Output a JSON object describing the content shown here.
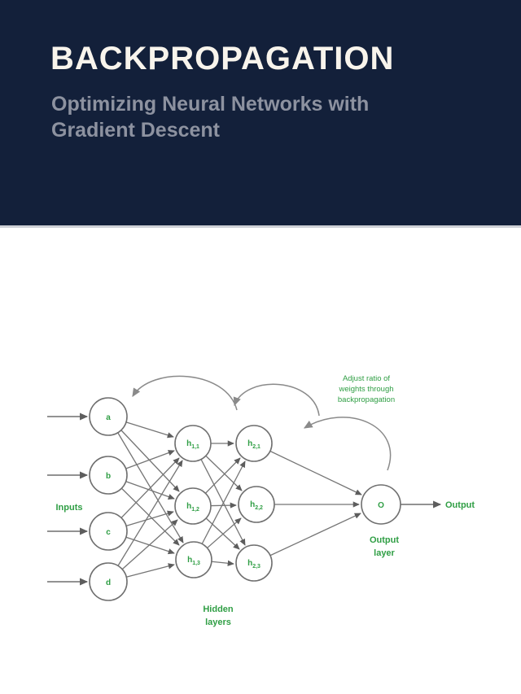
{
  "header": {
    "title": "BACKPROPAGATION",
    "subtitle_line1": "Optimizing Neural Networks with",
    "subtitle_line2": "Gradient Descent"
  },
  "diagram": {
    "annotation_line1": "Adjust ratio of",
    "annotation_line2": "weights through",
    "annotation_line3": "backpropagation",
    "inputs_label": "Inputs",
    "hidden_label_line1": "Hidden",
    "hidden_label_line2": "layers",
    "output_layer_label_line1": "Output",
    "output_layer_label_line2": "layer",
    "output_label": "Output",
    "nodes": {
      "a": "a",
      "b": "b",
      "c": "c",
      "d": "d",
      "h11_main": "h",
      "h11_sub": "1,1",
      "h12_main": "h",
      "h12_sub": "1,2",
      "h13_main": "h",
      "h13_sub": "1,3",
      "h21_main": "h",
      "h21_sub": "2,1",
      "h22_main": "h",
      "h22_sub": "2,2",
      "h23_main": "h",
      "h23_sub": "2,3",
      "o": "O"
    },
    "colors": {
      "green_text": "#2f9e44",
      "node_stroke": "#6f6f6f",
      "edge_gray": "#757575",
      "header_bg": "#13203a",
      "title_text": "#f8f4ec",
      "subtitle_text": "#8d92a0"
    }
  }
}
